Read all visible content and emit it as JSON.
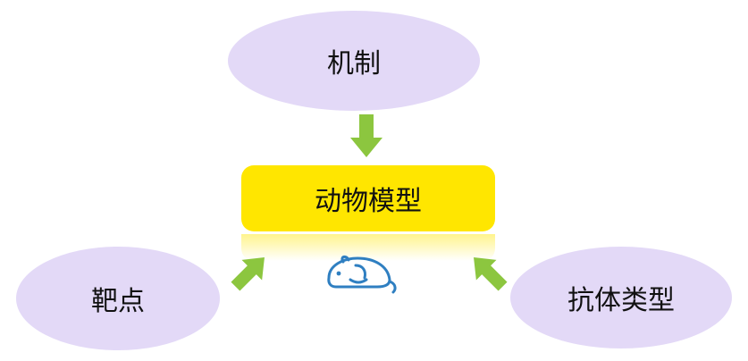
{
  "diagram": {
    "top_node": "机制",
    "center_node": "动物模型",
    "left_node": "靶点",
    "right_node": "抗体类型"
  },
  "colors": {
    "ellipse_fill": "#e3d9f7",
    "center_fill": "#ffe600",
    "arrow_fill": "#8cc63f",
    "icon_stroke": "#2f7fc1"
  },
  "icons": {
    "center_icon": "mouse-icon"
  }
}
